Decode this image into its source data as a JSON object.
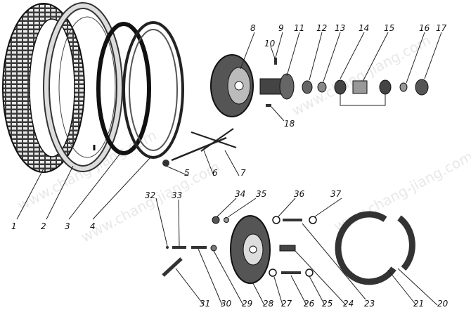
{
  "watermark": "www.chang-jiang.com",
  "parts": [
    {
      "id": "p1",
      "number": "1"
    },
    {
      "id": "p2",
      "number": "2"
    },
    {
      "id": "p3",
      "number": "3"
    },
    {
      "id": "p4",
      "number": "4"
    },
    {
      "id": "p5",
      "number": "5"
    },
    {
      "id": "p6",
      "number": "6"
    },
    {
      "id": "p7",
      "number": "7"
    },
    {
      "id": "p8",
      "number": "8"
    },
    {
      "id": "p9",
      "number": "9"
    },
    {
      "id": "p10",
      "number": "10"
    },
    {
      "id": "p11",
      "number": "11"
    },
    {
      "id": "p12",
      "number": "12"
    },
    {
      "id": "p13",
      "number": "13"
    },
    {
      "id": "p14",
      "number": "14"
    },
    {
      "id": "p15",
      "number": "15"
    },
    {
      "id": "p16",
      "number": "16"
    },
    {
      "id": "p17",
      "number": "17"
    },
    {
      "id": "p18",
      "number": "18"
    },
    {
      "id": "p20",
      "number": "20"
    },
    {
      "id": "p21",
      "number": "21"
    },
    {
      "id": "p23",
      "number": "23"
    },
    {
      "id": "p24",
      "number": "24"
    },
    {
      "id": "p25",
      "number": "25"
    },
    {
      "id": "p26",
      "number": "26"
    },
    {
      "id": "p27",
      "number": "27"
    },
    {
      "id": "p28",
      "number": "28"
    },
    {
      "id": "p29",
      "number": "29"
    },
    {
      "id": "p30",
      "number": "30"
    },
    {
      "id": "p31",
      "number": "31"
    },
    {
      "id": "p32",
      "number": "32"
    },
    {
      "id": "p33",
      "number": "33"
    },
    {
      "id": "p34",
      "number": "34"
    },
    {
      "id": "p35",
      "number": "35"
    },
    {
      "id": "p36",
      "number": "36"
    },
    {
      "id": "p37",
      "number": "37"
    }
  ]
}
